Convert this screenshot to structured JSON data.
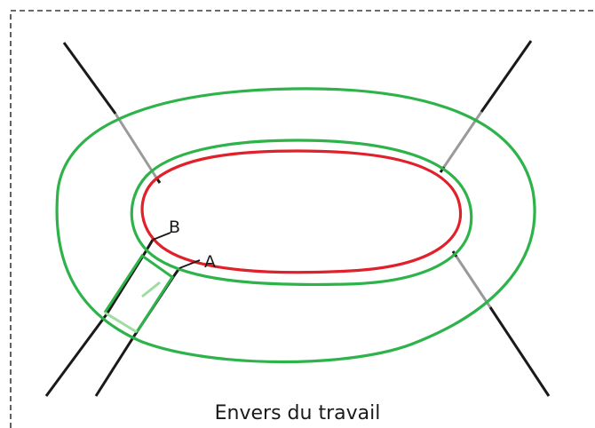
{
  "caption": "Envers du travail",
  "labels": {
    "point_b": "B",
    "point_a": "A"
  },
  "colors": {
    "frame": "#3a3a3a",
    "outline_green": "#2eb34a",
    "light_green": "#9fdc9f",
    "stitch_red": "#e0202a",
    "line_black": "#1a1a1a",
    "line_gray": "#9a9a9a"
  }
}
